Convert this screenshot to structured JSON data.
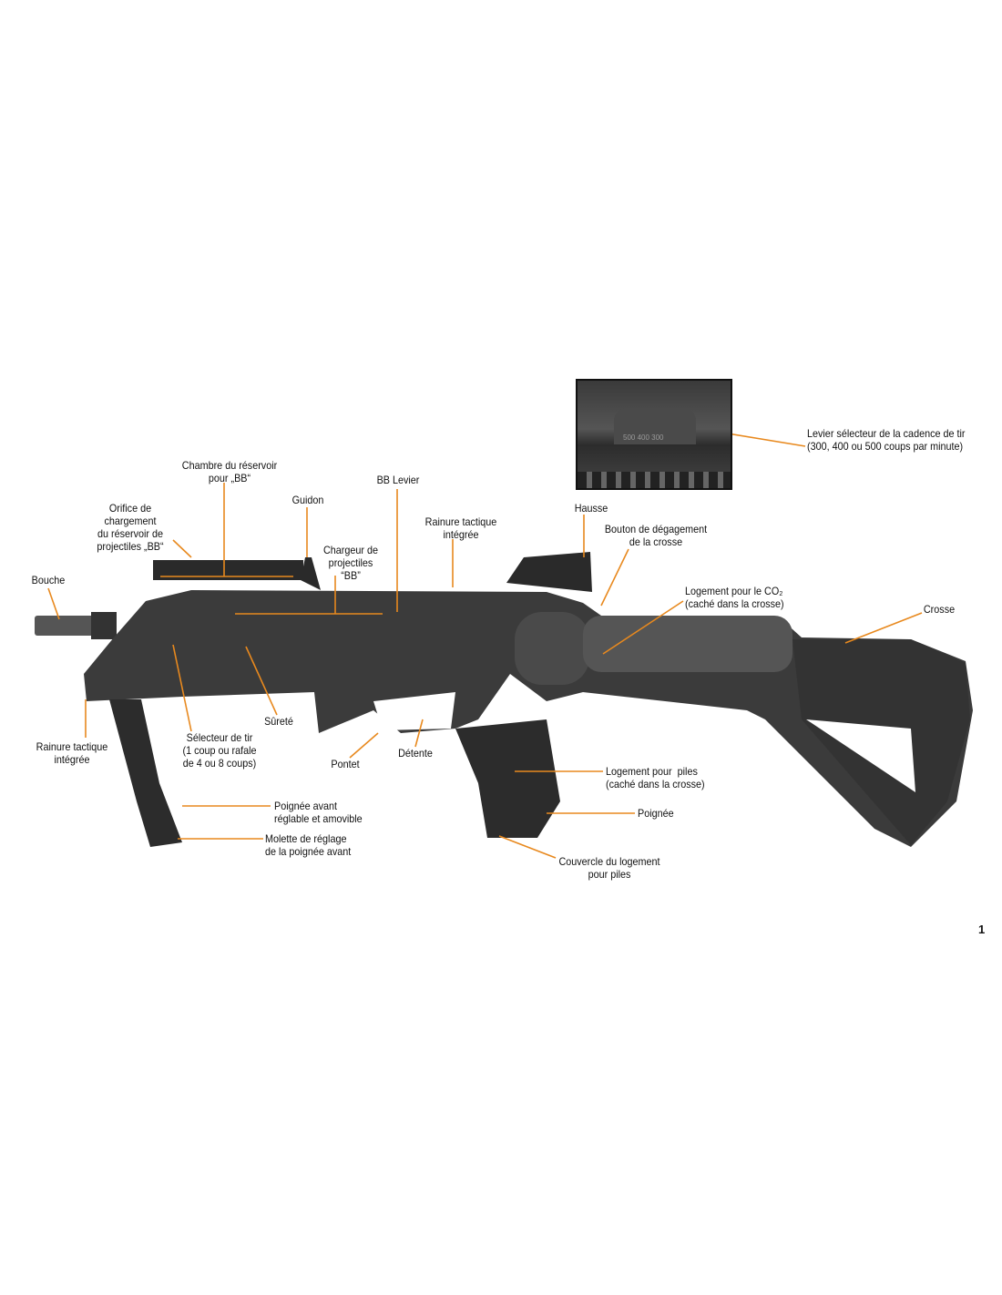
{
  "colors": {
    "leader": "#e8891e",
    "gun": "#3b3b3b"
  },
  "inset": {
    "scale_marks": "500  400  300"
  },
  "labels": {
    "levier_selecteur": "Levier sélecteur de la cadence de tir\n(300, 400 ou 500 coups par minute)",
    "chambre": "Chambre du réservoir\npour „BB“",
    "orifice": "Orifice de\nchargement\ndu réservoir de\nprojectiles „BB“",
    "guidon": "Guidon",
    "bb_levier": "BB Levier",
    "chargeur": "Chargeur de\nprojectiles\n“BB”",
    "rainure_haut": "Rainure tactique\nintégrée",
    "hausse": "Hausse",
    "bouton": "Bouton de dégagement\nde la crosse",
    "logement_co2": "Logement pour le CO₂\n(caché dans la crosse)",
    "crosse": "Crosse",
    "bouche": "Bouche",
    "rainure_bas": "Rainure tactique\nintégrée",
    "selecteur_tir": "Sélecteur de tir\n(1 coup ou rafale\nde 4 ou 8 coups)",
    "surete": "Sûreté",
    "pontet": "Pontet",
    "detente": "Détente",
    "logement_piles": "Logement pour  piles\n(caché dans la crosse)",
    "poignee": "Poignée",
    "poignee_avant": "Poignée avant\nréglable et amovible",
    "molette": "Molette de réglage\nde la poignée avant",
    "couvercle": "Couvercle du logement\npour piles"
  },
  "page_number": "1"
}
